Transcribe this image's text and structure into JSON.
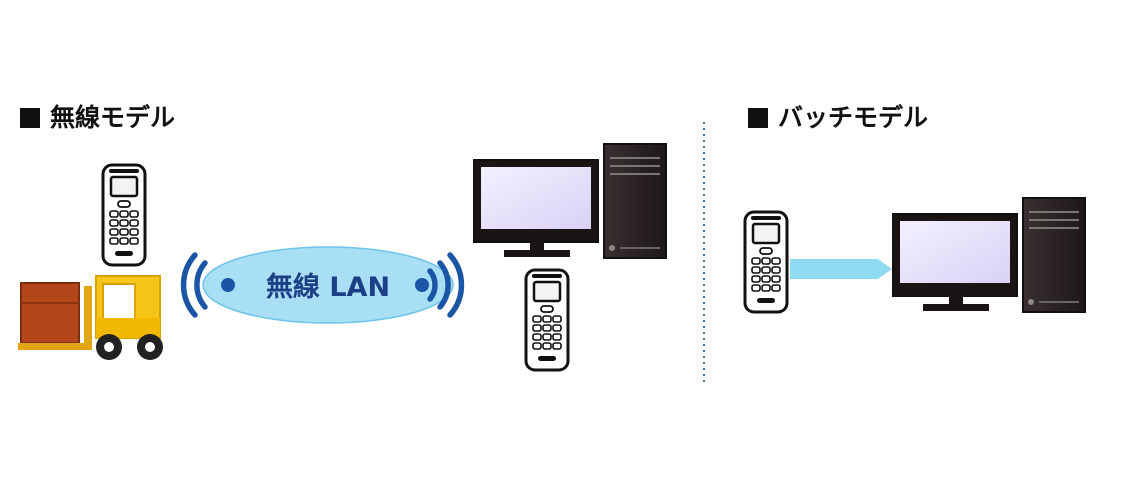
{
  "wireless_model": {
    "title": "無線モデル",
    "network_label": "無線 LAN"
  },
  "batch_model": {
    "title": "バッチモデル"
  },
  "icons": {
    "scanner": "handheld-scanner-icon",
    "pc": "desktop-pc-icon",
    "forklift": "forklift-icon",
    "signal": "wireless-signal-icon"
  },
  "colors": {
    "lan_fill": "#a9dff4",
    "lan_text": "#1d3f86",
    "signal": "#1b56a6",
    "forklift": "#f5c518",
    "cargo": "#b4471a",
    "link_arrow": "#8fdcf2",
    "monitor_screen": "#e4e0fa",
    "divider": "#3a6fb0"
  }
}
